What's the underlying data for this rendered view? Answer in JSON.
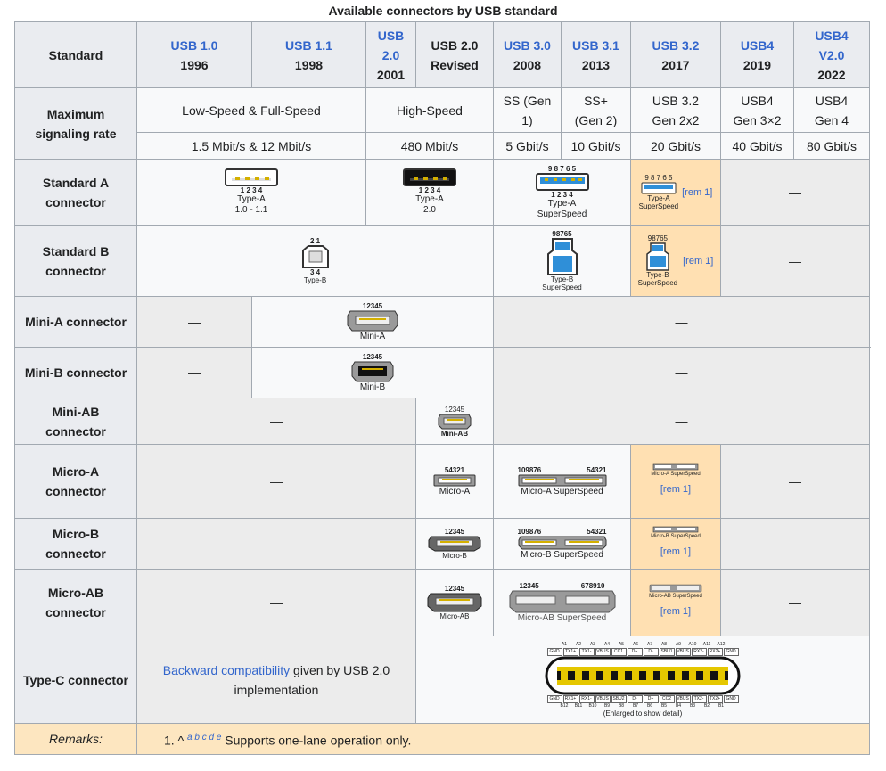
{
  "caption": "Available connectors by USB standard",
  "header": {
    "standard_label": "Standard",
    "versions": [
      {
        "name": "USB 1.0",
        "year": "1996"
      },
      {
        "name": "USB 1.1",
        "year": "1998"
      },
      {
        "name": "USB 2.0",
        "year": "2001"
      },
      {
        "name": "USB 2.0 Revised",
        "year": ""
      },
      {
        "name": "USB 3.0",
        "year": "2008"
      },
      {
        "name": "USB 3.1",
        "year": "2013"
      },
      {
        "name": "USB 3.2",
        "year": "2017"
      },
      {
        "name": "USB4",
        "year": "2019"
      },
      {
        "name": "USB4 V2.0",
        "year": "2022"
      }
    ]
  },
  "signaling": {
    "label": "Maximum signaling rate",
    "modes": [
      "Low-Speed & Full-Speed",
      "High-Speed",
      "SS (Gen 1)",
      "SS+ (Gen 2)",
      "USB 3.2 Gen 2x2",
      "USB4 Gen 3×2",
      "USB4 Gen 4"
    ],
    "rates": [
      "1.5 Mbit/s & 12 Mbit/s",
      "480 Mbit/s",
      "5 Gbit/s",
      "10 Gbit/s",
      "20 Gbit/s",
      "40 Gbit/s",
      "80 Gbit/s"
    ]
  },
  "rows": {
    "std_a": {
      "label": "Standard A connector",
      "a1_pins": "1  2  3  4",
      "a1_caption": "Type-A",
      "a1_sub": "1.0 - 1.1",
      "a2_pins": "1  2  3  4",
      "a2_caption": "Type-A",
      "a2_sub": "2.0",
      "a3_top_pins": "9  8  7  6  5",
      "a3_pins": "1  2  3  4",
      "a3_caption": "Type-A",
      "a3_sub": "SuperSpeed",
      "a4_top_pins": "9 8 7 6 5",
      "a4_caption": "Type-A",
      "a4_sub": "SuperSpeed",
      "ref": "[rem 1]",
      "dash": "—"
    },
    "std_b": {
      "label": "Standard B connector",
      "b1_top": "2  1",
      "b1_bot": "3  4",
      "b1_caption": "Type-B",
      "b2_top": "98765",
      "b2_caption": "Type-B",
      "b2_sub": "SuperSpeed",
      "b3_top": "98765",
      "b3_caption": "Type-B",
      "b3_sub": "SuperSpeed",
      "ref": "[rem 1]",
      "dash": "—"
    },
    "mini_a": {
      "label": "Mini-A connector",
      "pins": "12345",
      "caption": "Mini-A",
      "dash1": "—",
      "dash2": "—"
    },
    "mini_b": {
      "label": "Mini-B connector",
      "pins": "12345",
      "caption": "Mini-B",
      "dash1": "—",
      "dash2": "—"
    },
    "mini_ab": {
      "label": "Mini-AB connector",
      "pins": "12345",
      "caption": "Mini-AB",
      "dash1": "—",
      "dash2": "—"
    },
    "micro_a": {
      "label": "Micro-A connector",
      "pins": "54321",
      "caption": "Micro-A",
      "ss_pins_left": "109876",
      "ss_pins_right": "54321",
      "ss_caption": "Micro-A SuperSpeed",
      "small_caption": "Micro-A SuperSpeed",
      "ref": "[rem 1]",
      "dash1": "—",
      "dash2": "—"
    },
    "micro_b": {
      "label": "Micro-B connector",
      "pins": "12345",
      "caption": "Micro-B",
      "ss_pins_left": "109876",
      "ss_pins_right": "54321",
      "ss_caption": "Micro-B SuperSpeed",
      "small_caption": "Micro-B SuperSpeed",
      "ref": "[rem 1]",
      "dash1": "—",
      "dash2": "—"
    },
    "micro_ab": {
      "label": "Micro-AB connector",
      "pins": "12345",
      "caption": "Micro-AB",
      "ss_pins_left": "12345",
      "ss_pins_right": "678910",
      "ss_caption": "Micro-AB SuperSpeed",
      "small_caption": "Micro-AB SuperSpeed",
      "ref": "[rem 1]",
      "dash1": "—",
      "dash2": "—"
    },
    "type_c": {
      "label": "Type-C connector",
      "compat_link": "Backward compatibility",
      "compat_text": "given by USB 2.0 implementation",
      "top_ids": [
        "A1",
        "A2",
        "A3",
        "A4",
        "A5",
        "A6",
        "A7",
        "A8",
        "A9",
        "A10",
        "A11",
        "A12"
      ],
      "top_pins": [
        "GND",
        "TX1+",
        "TX1-",
        "VBUS",
        "CC1",
        "D+",
        "D-",
        "SBU1",
        "VBUS",
        "RX2-",
        "RX2+",
        "GND"
      ],
      "bot_pins": [
        "GND",
        "RX1+",
        "RX1-",
        "VBUS",
        "SBU2",
        "D-",
        "D+",
        "CC2",
        "VBUS",
        "TX2-",
        "TX2+",
        "GND"
      ],
      "bot_ids": [
        "B12",
        "B11",
        "B10",
        "B9",
        "B8",
        "B7",
        "B6",
        "B5",
        "B4",
        "B3",
        "B2",
        "B1"
      ],
      "note": "(Enlarged to show detail)"
    }
  },
  "remarks": {
    "label": "Remarks:",
    "number": "1.",
    "caret": "^",
    "letters": "a b c d e",
    "text": "Supports one-lane operation only."
  }
}
